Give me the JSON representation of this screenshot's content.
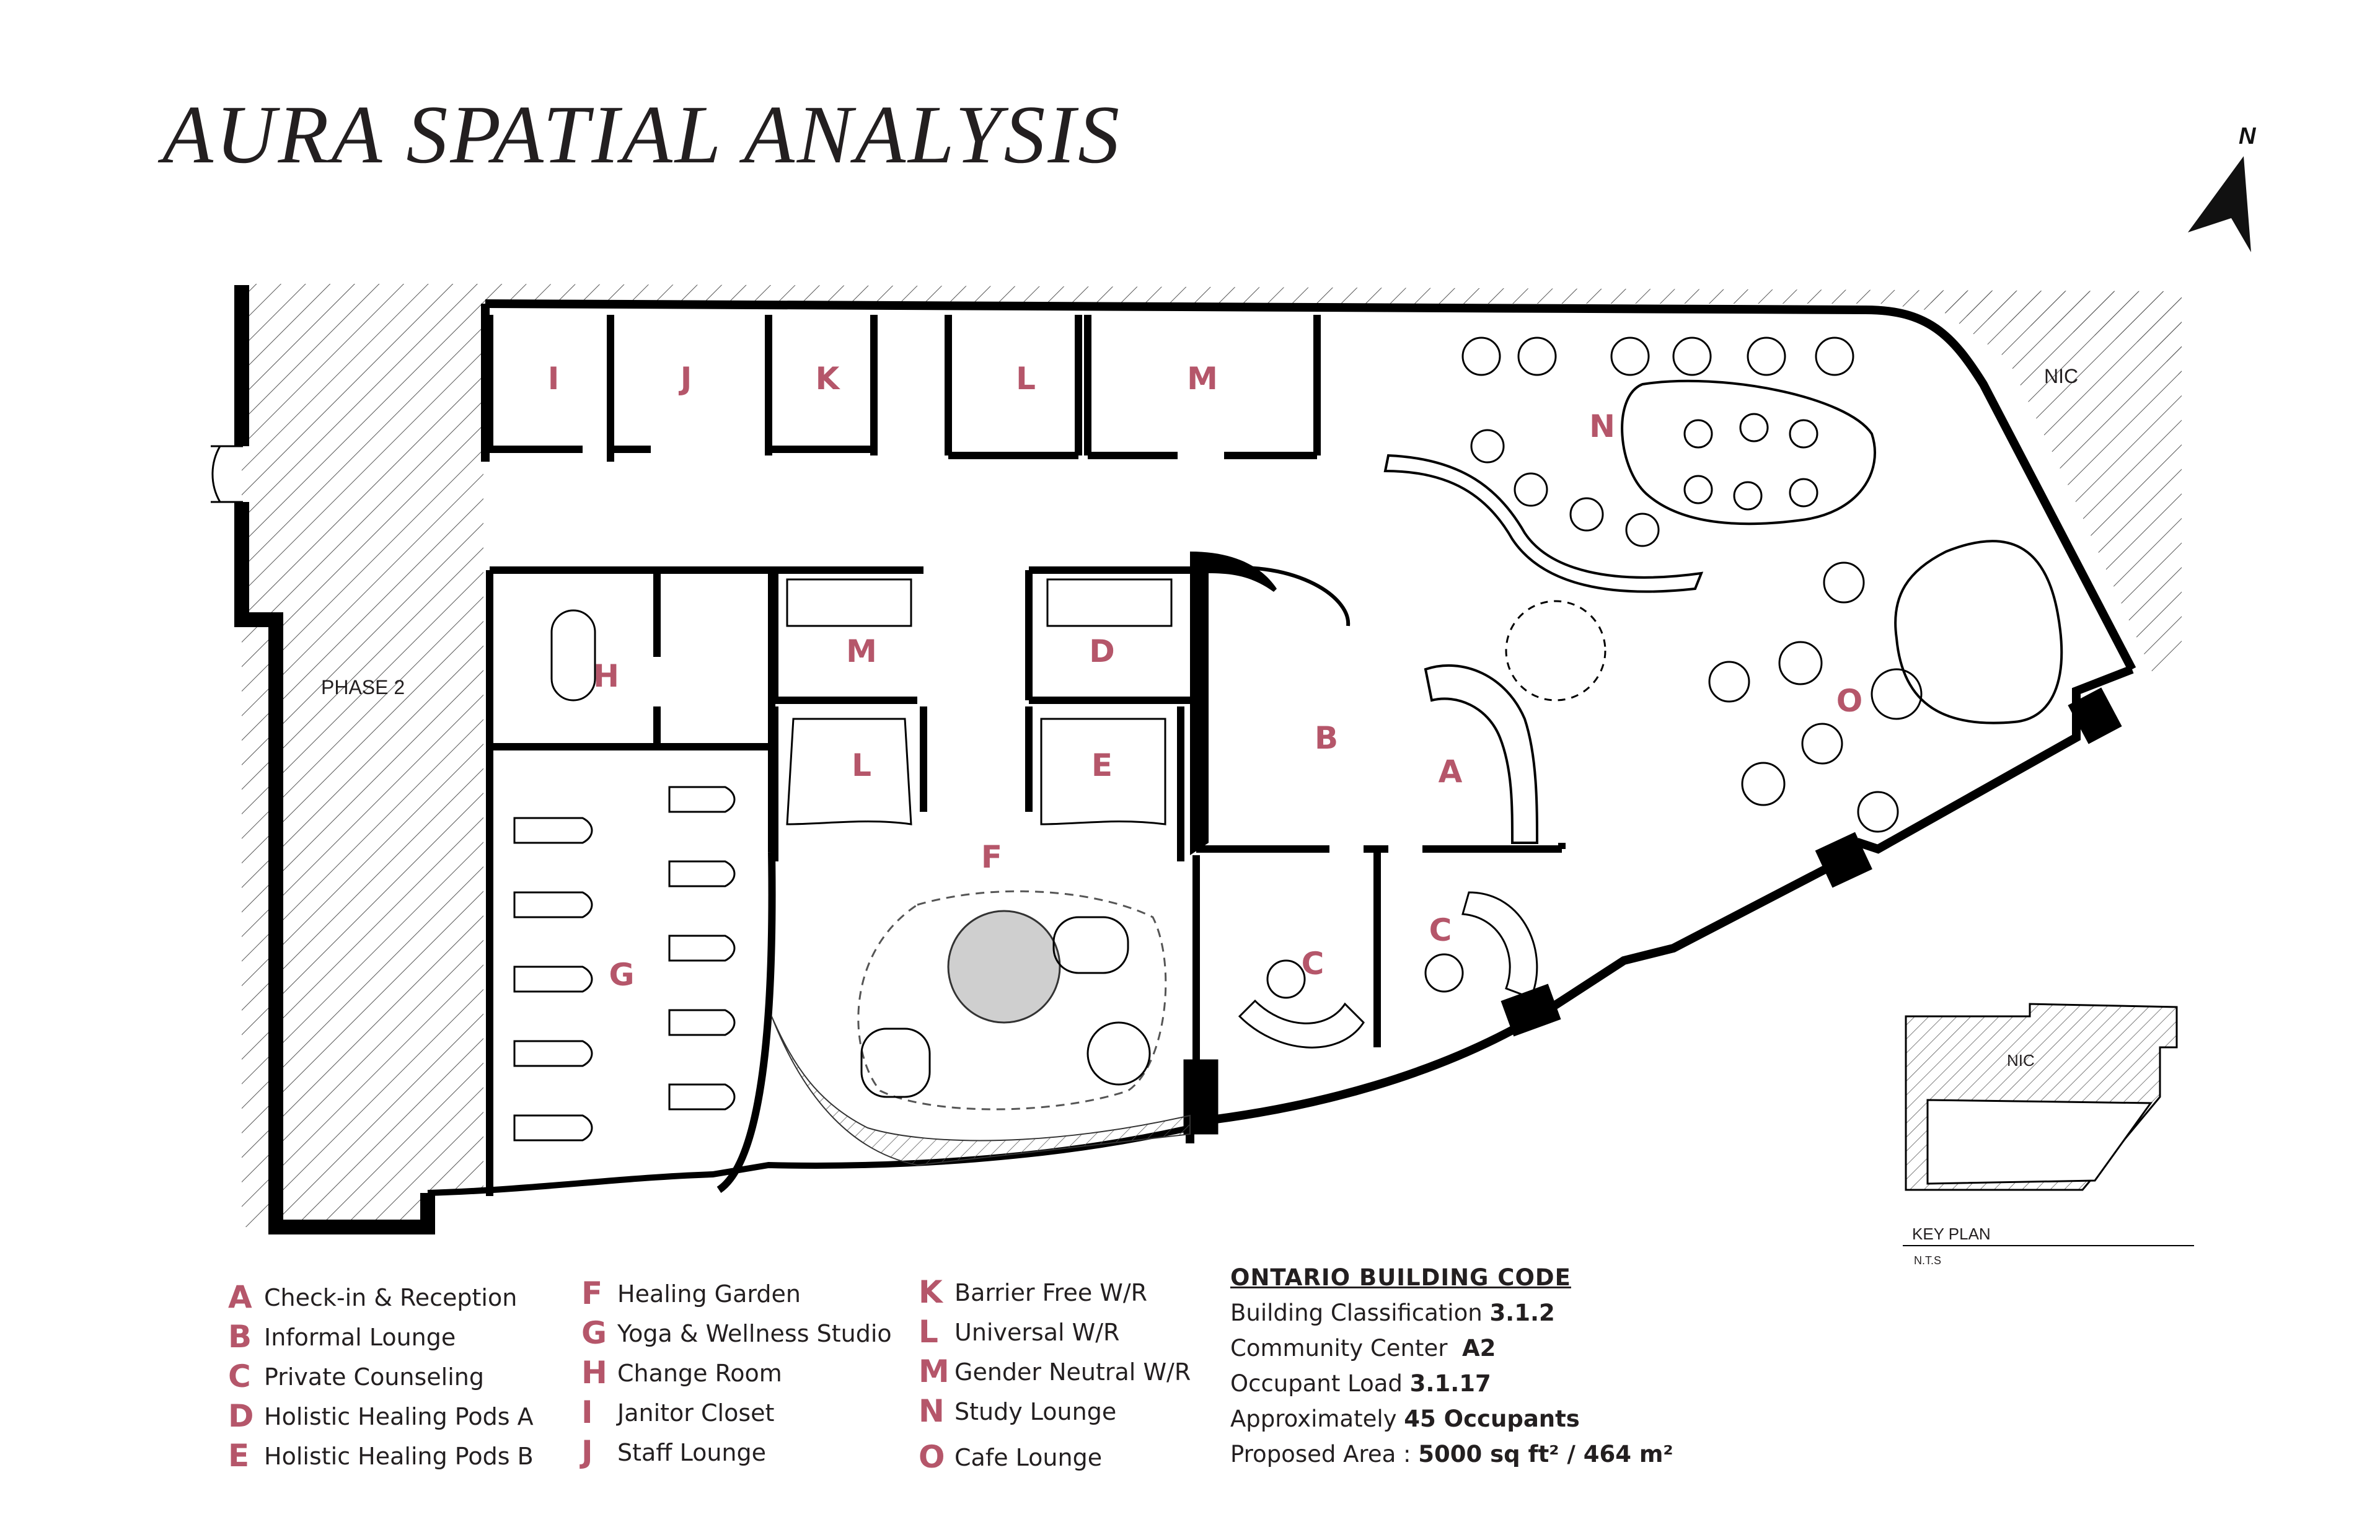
{
  "title": "AURA SPATIAL ANALYSIS",
  "north_label": "N",
  "plan_labels": {
    "phase2": "PHASE 2",
    "nic": "NIC"
  },
  "rooms": {
    "I": "I",
    "J": "J",
    "K": "K",
    "L_top": "L",
    "M_top": "M",
    "N": "N",
    "H": "H",
    "M_mid": "M",
    "D": "D",
    "B": "B",
    "A": "A",
    "L_mid": "L",
    "E": "E",
    "F": "F",
    "O": "O",
    "G": "G",
    "C_left": "C",
    "C_right": "C"
  },
  "legend": {
    "col1": [
      {
        "letter": "A",
        "label": "Check-in & Reception"
      },
      {
        "letter": "B",
        "label": "Informal Lounge"
      },
      {
        "letter": "C",
        "label": "Private Counseling"
      },
      {
        "letter": "D",
        "label": "Holistic Healing Pods A"
      },
      {
        "letter": "E",
        "label": "Holistic Healing Pods B"
      }
    ],
    "col2": [
      {
        "letter": "F",
        "label": "Healing Garden"
      },
      {
        "letter": "G",
        "label": "Yoga & Wellness Studio"
      },
      {
        "letter": "H",
        "label": "Change Room"
      },
      {
        "letter": "I",
        "label": "Janitor Closet"
      },
      {
        "letter": "J",
        "label": "Staff Lounge"
      }
    ],
    "col3": [
      {
        "letter": "K",
        "label": "Barrier Free W/R"
      },
      {
        "letter": "L",
        "label": "Universal W/R"
      },
      {
        "letter": "M",
        "label": "Gender Neutral W/R"
      },
      {
        "letter": "N",
        "label": "Study Lounge"
      },
      {
        "letter": "O",
        "label": "Cafe Lounge"
      }
    ]
  },
  "building_code": {
    "heading": "ONTARIO BUILDING CODE",
    "classification_label": "Building Classification ",
    "classification_value": "3.1.2",
    "community_label": "Community Center  ",
    "community_value": "A2",
    "occupant_label": "Occupant Load ",
    "occupant_value": "3.1.17",
    "approx_label": "Approximately ",
    "approx_value": "45 Occupants",
    "area_label": "Proposed Area : ",
    "area_value": "5000 sq ft² / 464 m²"
  },
  "key_plan": {
    "nic": "NIC",
    "label": "KEY PLAN",
    "scale": "N.T.S"
  },
  "colors": {
    "accent_letter": "#b5566a",
    "wall": "#000000",
    "ink": "#231f20"
  }
}
